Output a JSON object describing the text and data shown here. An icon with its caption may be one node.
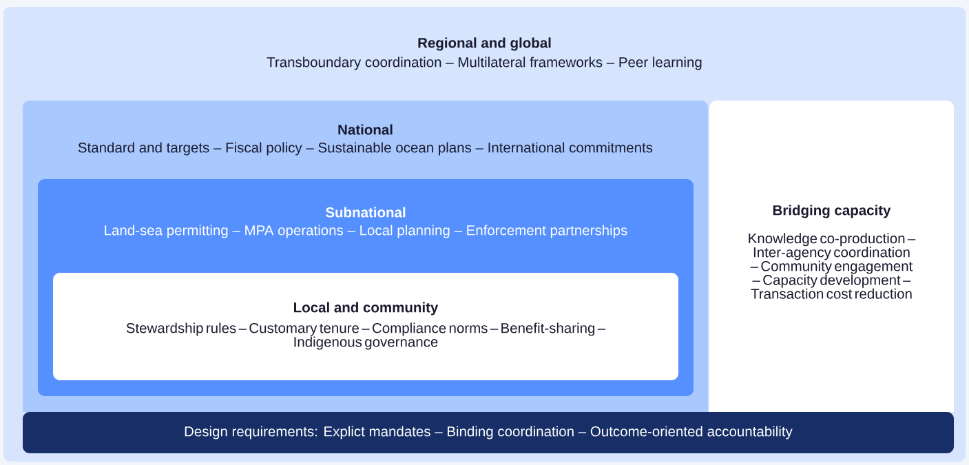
{
  "diagram": {
    "nodes": [
      {
        "text": [
          "Regional and global",
          "Transboundary coordination – Multilateral frameworks – Peer learning"
        ]
      },
      {
        "text": [
          "National",
          "Standard and targets – Fiscal policy – Sustainable ocean plans – International commitments"
        ],
        "in": 0
      },
      {
        "text": [
          "Subnational",
          "Land-sea permitting – MPA operations – Local planning – Enforcement partnerships"
        ],
        "in": 1
      },
      {
        "text": [
          "Local and community",
          "Stewardship rules – Customary tenure – Compliance norms – Benefit-sharing – Indigenous governance"
        ],
        "in": 2
      },
      {
        "text": [
          "Bridging capacity",
          "Knowledge co-production – Inter-agency coordination – Community engagement – Capacity development – Transaction cost reduction"
        ],
        "in": 0
      },
      {
        "text": [
          "Design requirements: Explict mandates – Binding coordination – Outcome-oriented accountability"
        ],
        "in": 0
      }
    ]
  }
}
